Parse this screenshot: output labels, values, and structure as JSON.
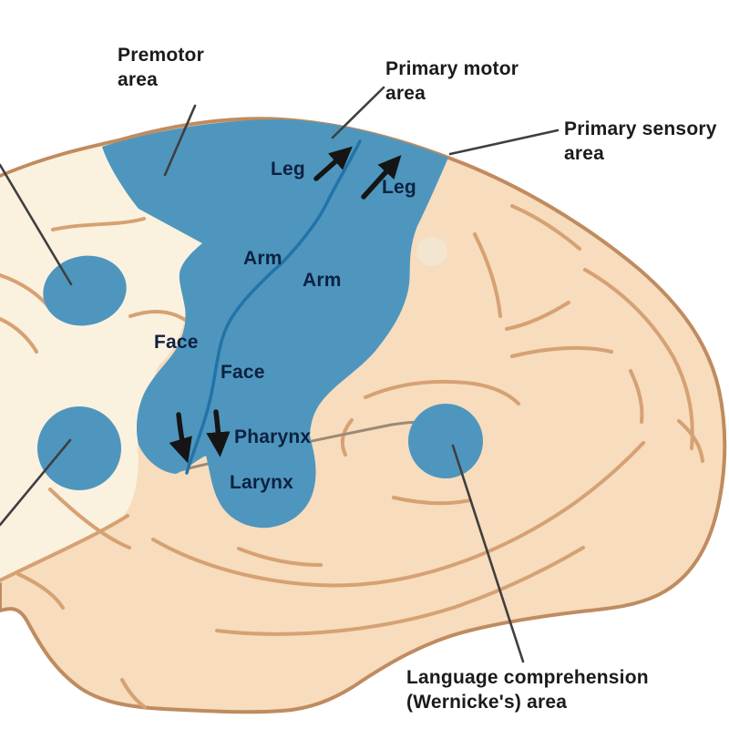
{
  "diagram": {
    "type": "brain-lateral-view-cortex-areas",
    "area_labels": {
      "premotor": {
        "line1": "Premotor",
        "line2": "area"
      },
      "primary_motor": {
        "line1": "Primary motor",
        "line2": "area"
      },
      "primary_sensory": {
        "line1": "Primary sensory",
        "line2": "area"
      },
      "wernicke": {
        "line1": "Language comprehension",
        "line2": "(Wernicke's) area"
      }
    },
    "cortex_labels": {
      "leg_motor": "Leg",
      "leg_sensory": "Leg",
      "arm_motor": "Arm",
      "arm_sensory": "Arm",
      "face_motor": "Face",
      "face_sensory": "Face",
      "pharynx": "Pharynx",
      "larynx": "Larynx"
    }
  },
  "colors": {
    "background": "#ffffff",
    "brain_fill": "#F7DCBD",
    "frontal_fill": "#FBF1DF",
    "outline": "#C08B5F",
    "sulcus": "#D6A173",
    "lateral_sulcus": "#9B8A75",
    "area_blue": "#4E96BE",
    "central_sulcus": "#2273AA",
    "tab_fill": "#F3E6D0",
    "label_dark": "#1b1b1b",
    "cortex_label": "#0D2140",
    "arrow": "#151515",
    "pointer": "#3f3f3f"
  }
}
